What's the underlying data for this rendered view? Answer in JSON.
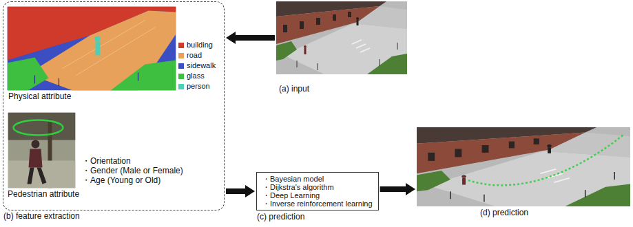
{
  "diagram": {
    "nodes": [
      {
        "text": [
          "(a) input"
        ]
      },
      {
        "text": [
          "(b) feature extraction"
        ]
      },
      {
        "text": [
          "Physical attribute"
        ],
        "in": 1
      },
      {
        "text": [
          "Pedestrian attribute",
          "・Orientation",
          "・Gender (Male or Female)",
          "・Age (Young or Old)"
        ],
        "in": 1
      },
      {
        "text": [
          "・Bayesian model",
          "・Dijkstra's algorithm",
          "・Deep Learning",
          "・Inverse reinforcement learning",
          "(c) prediction"
        ]
      },
      {
        "text": [
          "(d) prediction"
        ]
      }
    ],
    "edges": [
      {
        "from": 0,
        "to": 1,
        "arrow": "to"
      },
      {
        "from": 1,
        "to": 4,
        "arrow": "to"
      },
      {
        "from": 4,
        "to": 5,
        "arrow": "to"
      }
    ],
    "legend": [
      {
        "text": "building",
        "color": "#d03a2a"
      },
      {
        "text": "road",
        "color": "#e8a15a"
      },
      {
        "text": "sidewalk",
        "color": "#3c4fc2"
      },
      {
        "text": "glass",
        "color": "#3fbf3f"
      },
      {
        "text": "person",
        "color": "#4ecfb5"
      }
    ]
  }
}
